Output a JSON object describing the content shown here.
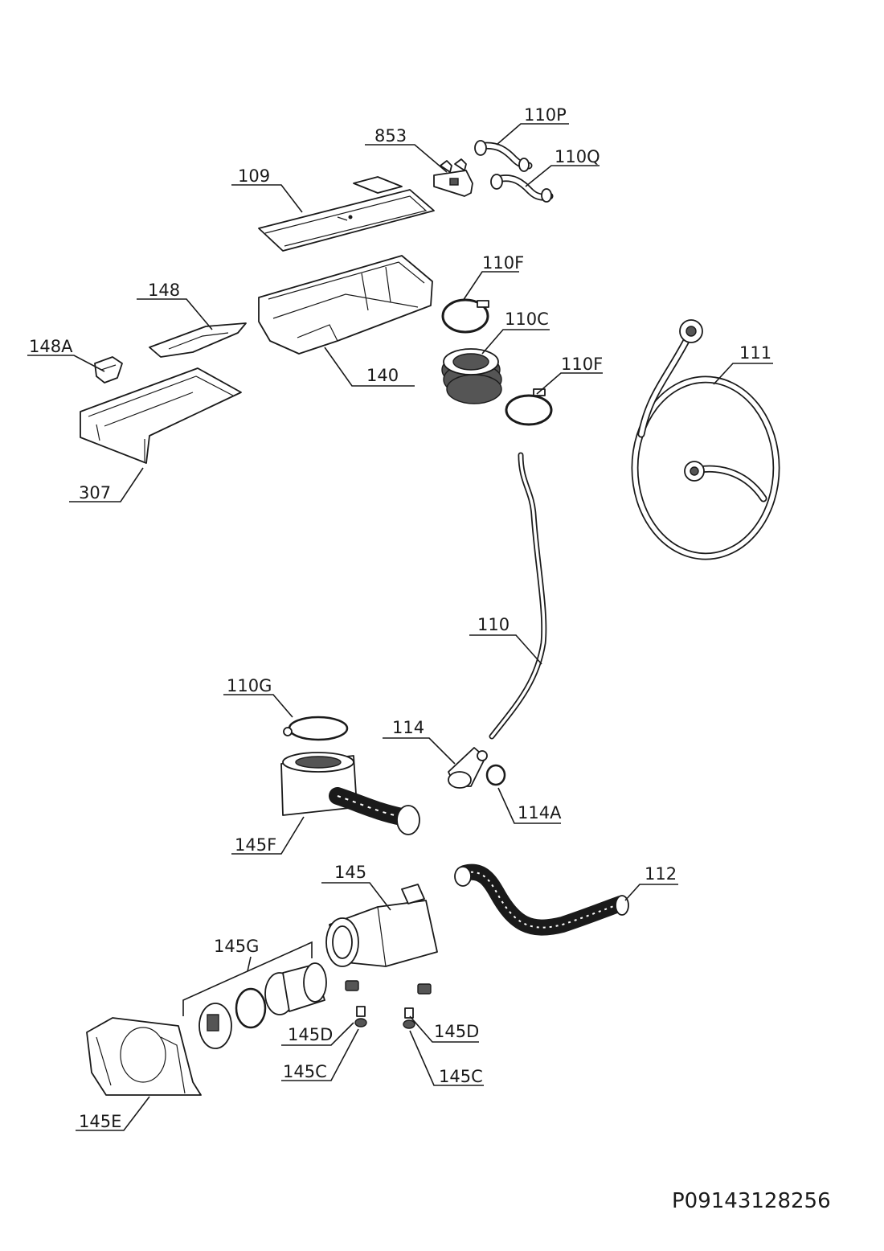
{
  "drawing_number": "P09143128256",
  "part_labels": {
    "p853": "853",
    "p110P": "110P",
    "p110Q": "110Q",
    "p109": "109",
    "p110F_top": "110F",
    "p148": "148",
    "p148A": "148A",
    "p140": "140",
    "p110C": "110C",
    "p110F_bottom": "110F",
    "p111": "111",
    "p307": "307",
    "p110": "110",
    "p110G": "110G",
    "p114": "114",
    "p114A": "114A",
    "p145F": "145F",
    "p145": "145",
    "p112": "112",
    "p145G": "145G",
    "p145D_left": "145D",
    "p145D_right": "145D",
    "p145C_left": "145C",
    "p145C_right": "145C",
    "p145E": "145E"
  }
}
